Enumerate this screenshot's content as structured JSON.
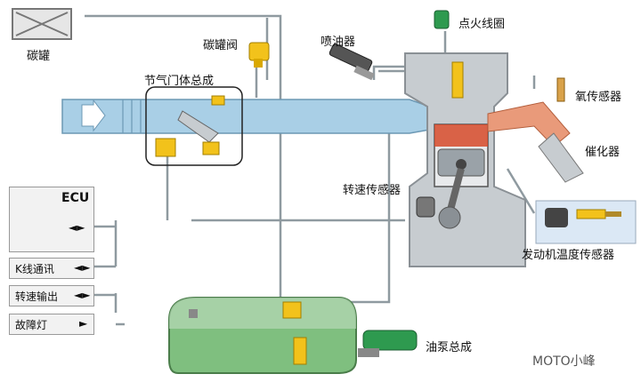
{
  "labels": {
    "canister": "碳罐",
    "canister_valve": "碳罐阀",
    "injector": "喷油器",
    "ignition_coil": "点火线圈",
    "throttle_body": "节气门体总成",
    "oxygen_sensor": "氧传感器",
    "catalyst": "催化器",
    "speed_sensor": "转速传感器",
    "temp_sensor": "发动机温度传感器",
    "fuel_pump": "油泵总成"
  },
  "ecu": {
    "title": "ECU",
    "ports": [
      {
        "label": "K线通讯",
        "arrow": "◄►"
      },
      {
        "label": "转速输出",
        "arrow": "◄►"
      },
      {
        "label": "故障灯",
        "arrow": "►"
      }
    ],
    "main_arrow": "◄►"
  },
  "watermark": "MOTO小峰",
  "colors": {
    "intake_air": "#a9cfe6",
    "wire": "#8f9aa0",
    "fuel": "#7fbf7f",
    "exhaust": "#e99a7a",
    "engine_metal": "#c7ccd0",
    "component_yellow": "#f2c21b",
    "component_green": "#2e9a4f"
  }
}
